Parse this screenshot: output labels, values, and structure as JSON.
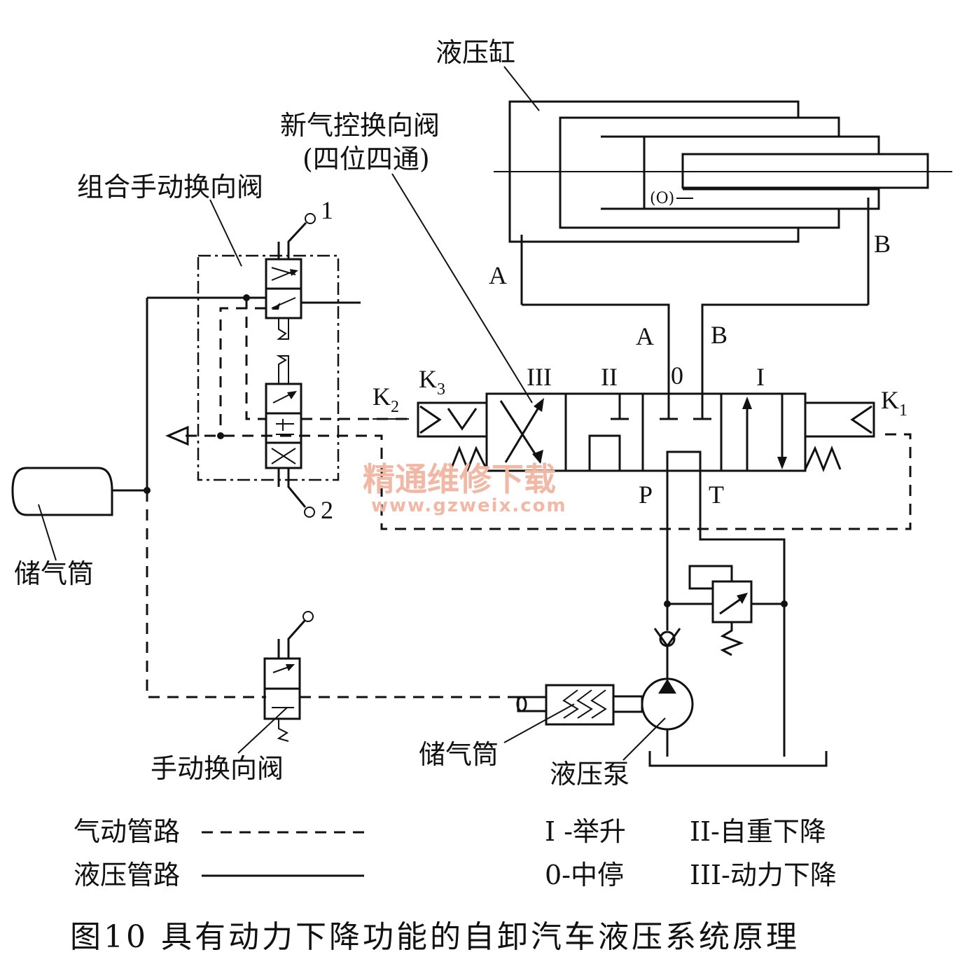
{
  "labels": {
    "cylinder": "液压缸",
    "new_valve_line1": "新气控换向阀",
    "new_valve_line2": "(四位四通)",
    "combo_valve": "组合手动换向阀",
    "air_tank_left": "储气筒",
    "manual_valve": "手动换向阀",
    "air_tank_bottom": "储气筒",
    "pump": "液压泵"
  },
  "ports": {
    "A_cyl": "A",
    "B_cyl": "B",
    "A_valve": "A",
    "B_valve": "B",
    "P": "P",
    "T": "T",
    "K1": "K",
    "K1_sub": "1",
    "K2": "K",
    "K2_sub": "2",
    "K3": "K",
    "K3_sub": "3",
    "lever1": "1",
    "lever2": "2"
  },
  "positions": {
    "III": "III",
    "II": "II",
    "zero": "0",
    "I": "I"
  },
  "legend": {
    "pneumatic": "气动管路",
    "hydraulic": "液压管路",
    "pos_I": "I -举升",
    "pos_II": "II-自重下降",
    "pos_0": "0-中停",
    "pos_III": "III-动力下降"
  },
  "caption": "图10   具有动力下降功能的自卸汽车液压系统原理",
  "watermark": {
    "cn": "精通维修下载",
    "url": "www.gzweix.com"
  }
}
